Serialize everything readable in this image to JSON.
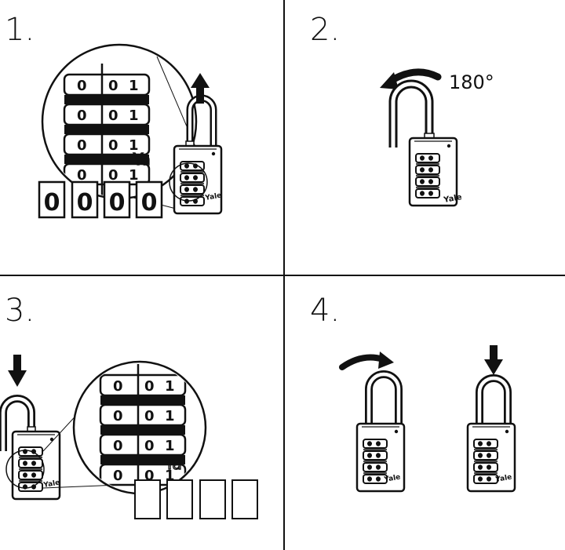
{
  "steps": [
    {
      "number": "1.",
      "digits": [
        "0",
        "0",
        "0",
        "0"
      ]
    },
    {
      "number": "2.",
      "rotation_label": "180°"
    },
    {
      "number": "3.",
      "digits": [
        "",
        "",
        "",
        ""
      ]
    },
    {
      "number": "4."
    }
  ],
  "brand": {
    "dial_brand": "Yale",
    "zoom_brand": "Ya"
  },
  "colors": {
    "ink": "#111111",
    "background": "#ffffff"
  }
}
